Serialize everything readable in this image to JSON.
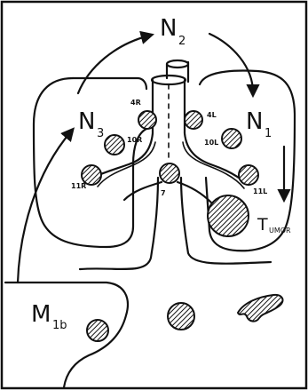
{
  "labels": {
    "n2": "N",
    "n2_sub": "2",
    "n3": "N",
    "n3_sub": "3",
    "n1": "N",
    "n1_sub": "1",
    "m1b": "M",
    "m1b_sub": "1b",
    "tumor_initial": "T",
    "tumor_rest": "UMOR"
  },
  "stations": {
    "s4r": "4R",
    "s4l": "4L",
    "s10r": "10R",
    "s10l": "10L",
    "s11r": "11R",
    "s11l": "11L",
    "s7": "7"
  },
  "colors": {
    "ink": "#111111",
    "background": "#ffffff"
  }
}
